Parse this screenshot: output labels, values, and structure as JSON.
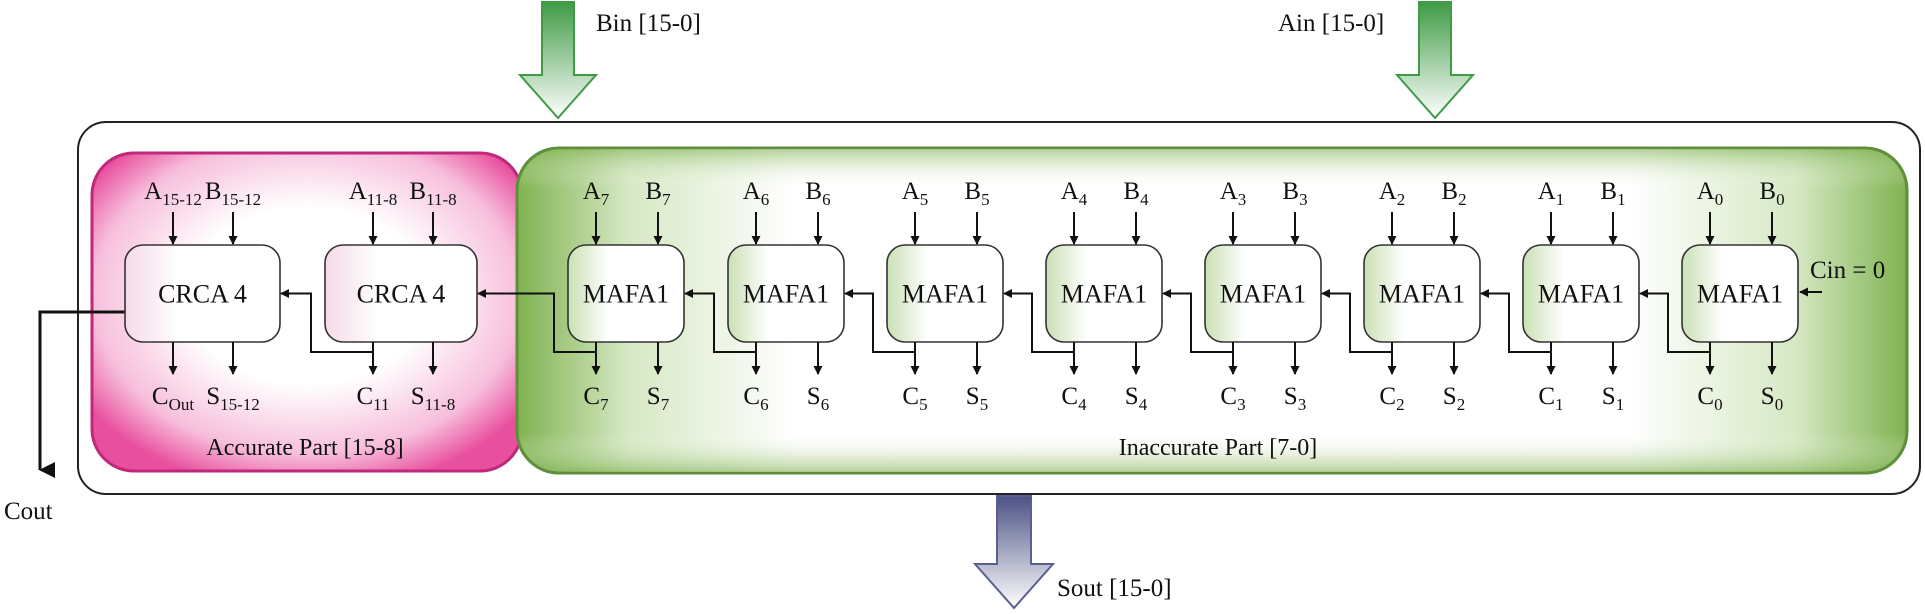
{
  "diagram": {
    "inputs": {
      "bin": "Bin [15-0]",
      "ain": "Ain [15-0]"
    },
    "outputs": {
      "sout": "Sout [15-0]",
      "cout": "Cout"
    },
    "carry_in": "Cin = 0",
    "accurate_part": {
      "label": "Accurate Part [15-8]",
      "blocks": [
        {
          "name": "CRCA 4",
          "a": "A",
          "a_sub": "15-12",
          "b": "B",
          "b_sub": "15-12",
          "c": "C",
          "c_sub": "Out",
          "s": "S",
          "s_sub": "15-12"
        },
        {
          "name": "CRCA 4",
          "a": "A",
          "a_sub": "11-8",
          "b": "B",
          "b_sub": "11-8",
          "c": "C",
          "c_sub": "11",
          "s": "S",
          "s_sub": "11-8"
        }
      ]
    },
    "inaccurate_part": {
      "label": "Inaccurate Part [7-0]",
      "blocks": [
        {
          "name": "MAFA1",
          "a": "A",
          "a_sub": "7",
          "b": "B",
          "b_sub": "7",
          "c": "C",
          "c_sub": "7",
          "s": "S",
          "s_sub": "7"
        },
        {
          "name": "MAFA1",
          "a": "A",
          "a_sub": "6",
          "b": "B",
          "b_sub": "6",
          "c": "C",
          "c_sub": "6",
          "s": "S",
          "s_sub": "6"
        },
        {
          "name": "MAFA1",
          "a": "A",
          "a_sub": "5",
          "b": "B",
          "b_sub": "5",
          "c": "C",
          "c_sub": "5",
          "s": "S",
          "s_sub": "5"
        },
        {
          "name": "MAFA1",
          "a": "A",
          "a_sub": "4",
          "b": "B",
          "b_sub": "4",
          "c": "C",
          "c_sub": "4",
          "s": "S",
          "s_sub": "4"
        },
        {
          "name": "MAFA1",
          "a": "A",
          "a_sub": "3",
          "b": "B",
          "b_sub": "3",
          "c": "C",
          "c_sub": "3",
          "s": "S",
          "s_sub": "3"
        },
        {
          "name": "MAFA1",
          "a": "A",
          "a_sub": "2",
          "b": "B",
          "b_sub": "2",
          "c": "C",
          "c_sub": "2",
          "s": "S",
          "s_sub": "2"
        },
        {
          "name": "MAFA1",
          "a": "A",
          "a_sub": "1",
          "b": "B",
          "b_sub": "1",
          "c": "C",
          "c_sub": "1",
          "s": "S",
          "s_sub": "1"
        },
        {
          "name": "MAFA1",
          "a": "A",
          "a_sub": "0",
          "b": "B",
          "b_sub": "0",
          "c": "C",
          "c_sub": "0",
          "s": "S",
          "s_sub": "0"
        }
      ]
    },
    "colors": {
      "accurate_fill": "#e8459a",
      "accurate_stroke": "#c0287a",
      "inaccurate_fill": "#7fb24f",
      "inaccurate_stroke": "#5f8f3a",
      "input_arrow": "#4fa850",
      "output_arrow": "#5a5f8f"
    }
  }
}
